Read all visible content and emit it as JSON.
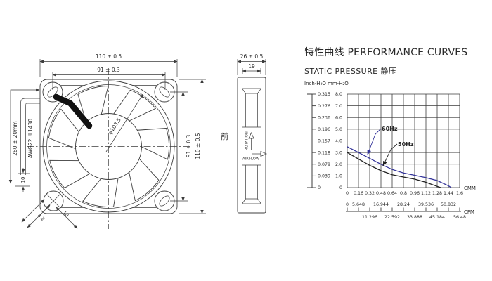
{
  "drawing": {
    "front_view": {
      "width_outer": "110 ± 0.5",
      "width_inner": "91 ± 0.3",
      "height_inner": "91 ± 0.3",
      "height_outer": "110 ± 0.5",
      "lead_length": "280 ± 20mm",
      "wire_spec": "AWG22UL1430",
      "impeller_diameter": "φ103.5",
      "mount_hole_diameter": "4.2",
      "mount_boss_width": "10",
      "lead_end_length": "10"
    },
    "side_view": {
      "depth_outer": "26 ± 0.5",
      "depth_inner": "19",
      "front_label": "前",
      "rotation_label": "ROTATION",
      "airflow_label": "AIRFLOW"
    }
  },
  "chart_data": {
    "type": "line",
    "title": "特性曲线 PERFORMANCE CURVES",
    "subtitle": "STATIC PRESSURE 静压",
    "y_unit_left": "Inch-H₂O",
    "y_unit_right": "mm-H₂O",
    "x_unit_primary": "CMM",
    "x_unit_secondary": "CFM",
    "xlim": [
      0,
      1.6
    ],
    "ylim": [
      0,
      8
    ],
    "grid": true,
    "x_ticks": [
      {
        "label": "0",
        "value": 0
      },
      {
        "label": "0.16",
        "value": 0.16
      },
      {
        "label": "0.32",
        "value": 0.32
      },
      {
        "label": "0.48",
        "value": 0.48
      },
      {
        "label": "0.64",
        "value": 0.64
      },
      {
        "label": "0.8",
        "value": 0.8
      },
      {
        "label": "0.96",
        "value": 0.96
      },
      {
        "label": "1.12",
        "value": 1.12
      },
      {
        "label": "1.28",
        "value": 1.28
      },
      {
        "label": "1.44",
        "value": 1.44
      },
      {
        "label": "1.6",
        "value": 1.6
      }
    ],
    "y_ticks_mm": [
      {
        "label": "0",
        "value": 0
      },
      {
        "label": "1.0",
        "value": 1
      },
      {
        "label": "2.0",
        "value": 2
      },
      {
        "label": "3.0",
        "value": 3
      },
      {
        "label": "4.0",
        "value": 4
      },
      {
        "label": "5.0",
        "value": 5
      },
      {
        "label": "6.0",
        "value": 6
      },
      {
        "label": "7.0",
        "value": 7
      },
      {
        "label": "8.0",
        "value": 8
      }
    ],
    "y_ticks_inch": [
      {
        "label": "0",
        "at": 0
      },
      {
        "label": "0.039",
        "at": 1
      },
      {
        "label": "0.079",
        "at": 2
      },
      {
        "label": "0.118",
        "at": 3
      },
      {
        "label": "0.157",
        "at": 4
      },
      {
        "label": "0.196",
        "at": 5
      },
      {
        "label": "0.236",
        "at": 6
      },
      {
        "label": "0.276",
        "at": 7
      },
      {
        "label": "0.315",
        "at": 8
      }
    ],
    "cfm_ticks_top": [
      {
        "label": "0",
        "cmm": 0
      },
      {
        "label": "5.648",
        "cmm": 0.16
      },
      {
        "label": "16.944",
        "cmm": 0.48
      },
      {
        "label": "28.24",
        "cmm": 0.8
      },
      {
        "label": "39.536",
        "cmm": 1.12
      },
      {
        "label": "50.832",
        "cmm": 1.44
      }
    ],
    "cfm_ticks_bottom": [
      {
        "label": "11.296",
        "cmm": 0.32
      },
      {
        "label": "22.592",
        "cmm": 0.64
      },
      {
        "label": "33.888",
        "cmm": 0.96
      },
      {
        "label": "45.184",
        "cmm": 1.28
      },
      {
        "label": "56.48",
        "cmm": 1.6
      }
    ],
    "series": [
      {
        "name": "60Hz",
        "color": "#34349a",
        "x": [
          0,
          0.16,
          0.32,
          0.48,
          0.64,
          0.8,
          0.96,
          1.12,
          1.28,
          1.44,
          1.48
        ],
        "y": [
          3.5,
          3.0,
          2.5,
          2.0,
          1.55,
          1.25,
          1.05,
          0.85,
          0.6,
          0.15,
          0
        ]
      },
      {
        "name": "50Hz",
        "color": "#222222",
        "x": [
          0,
          0.16,
          0.32,
          0.48,
          0.64,
          0.8,
          0.96,
          1.12,
          1.28,
          1.33
        ],
        "y": [
          3.0,
          2.45,
          1.9,
          1.45,
          1.1,
          0.9,
          0.72,
          0.45,
          0.1,
          0
        ]
      }
    ]
  }
}
